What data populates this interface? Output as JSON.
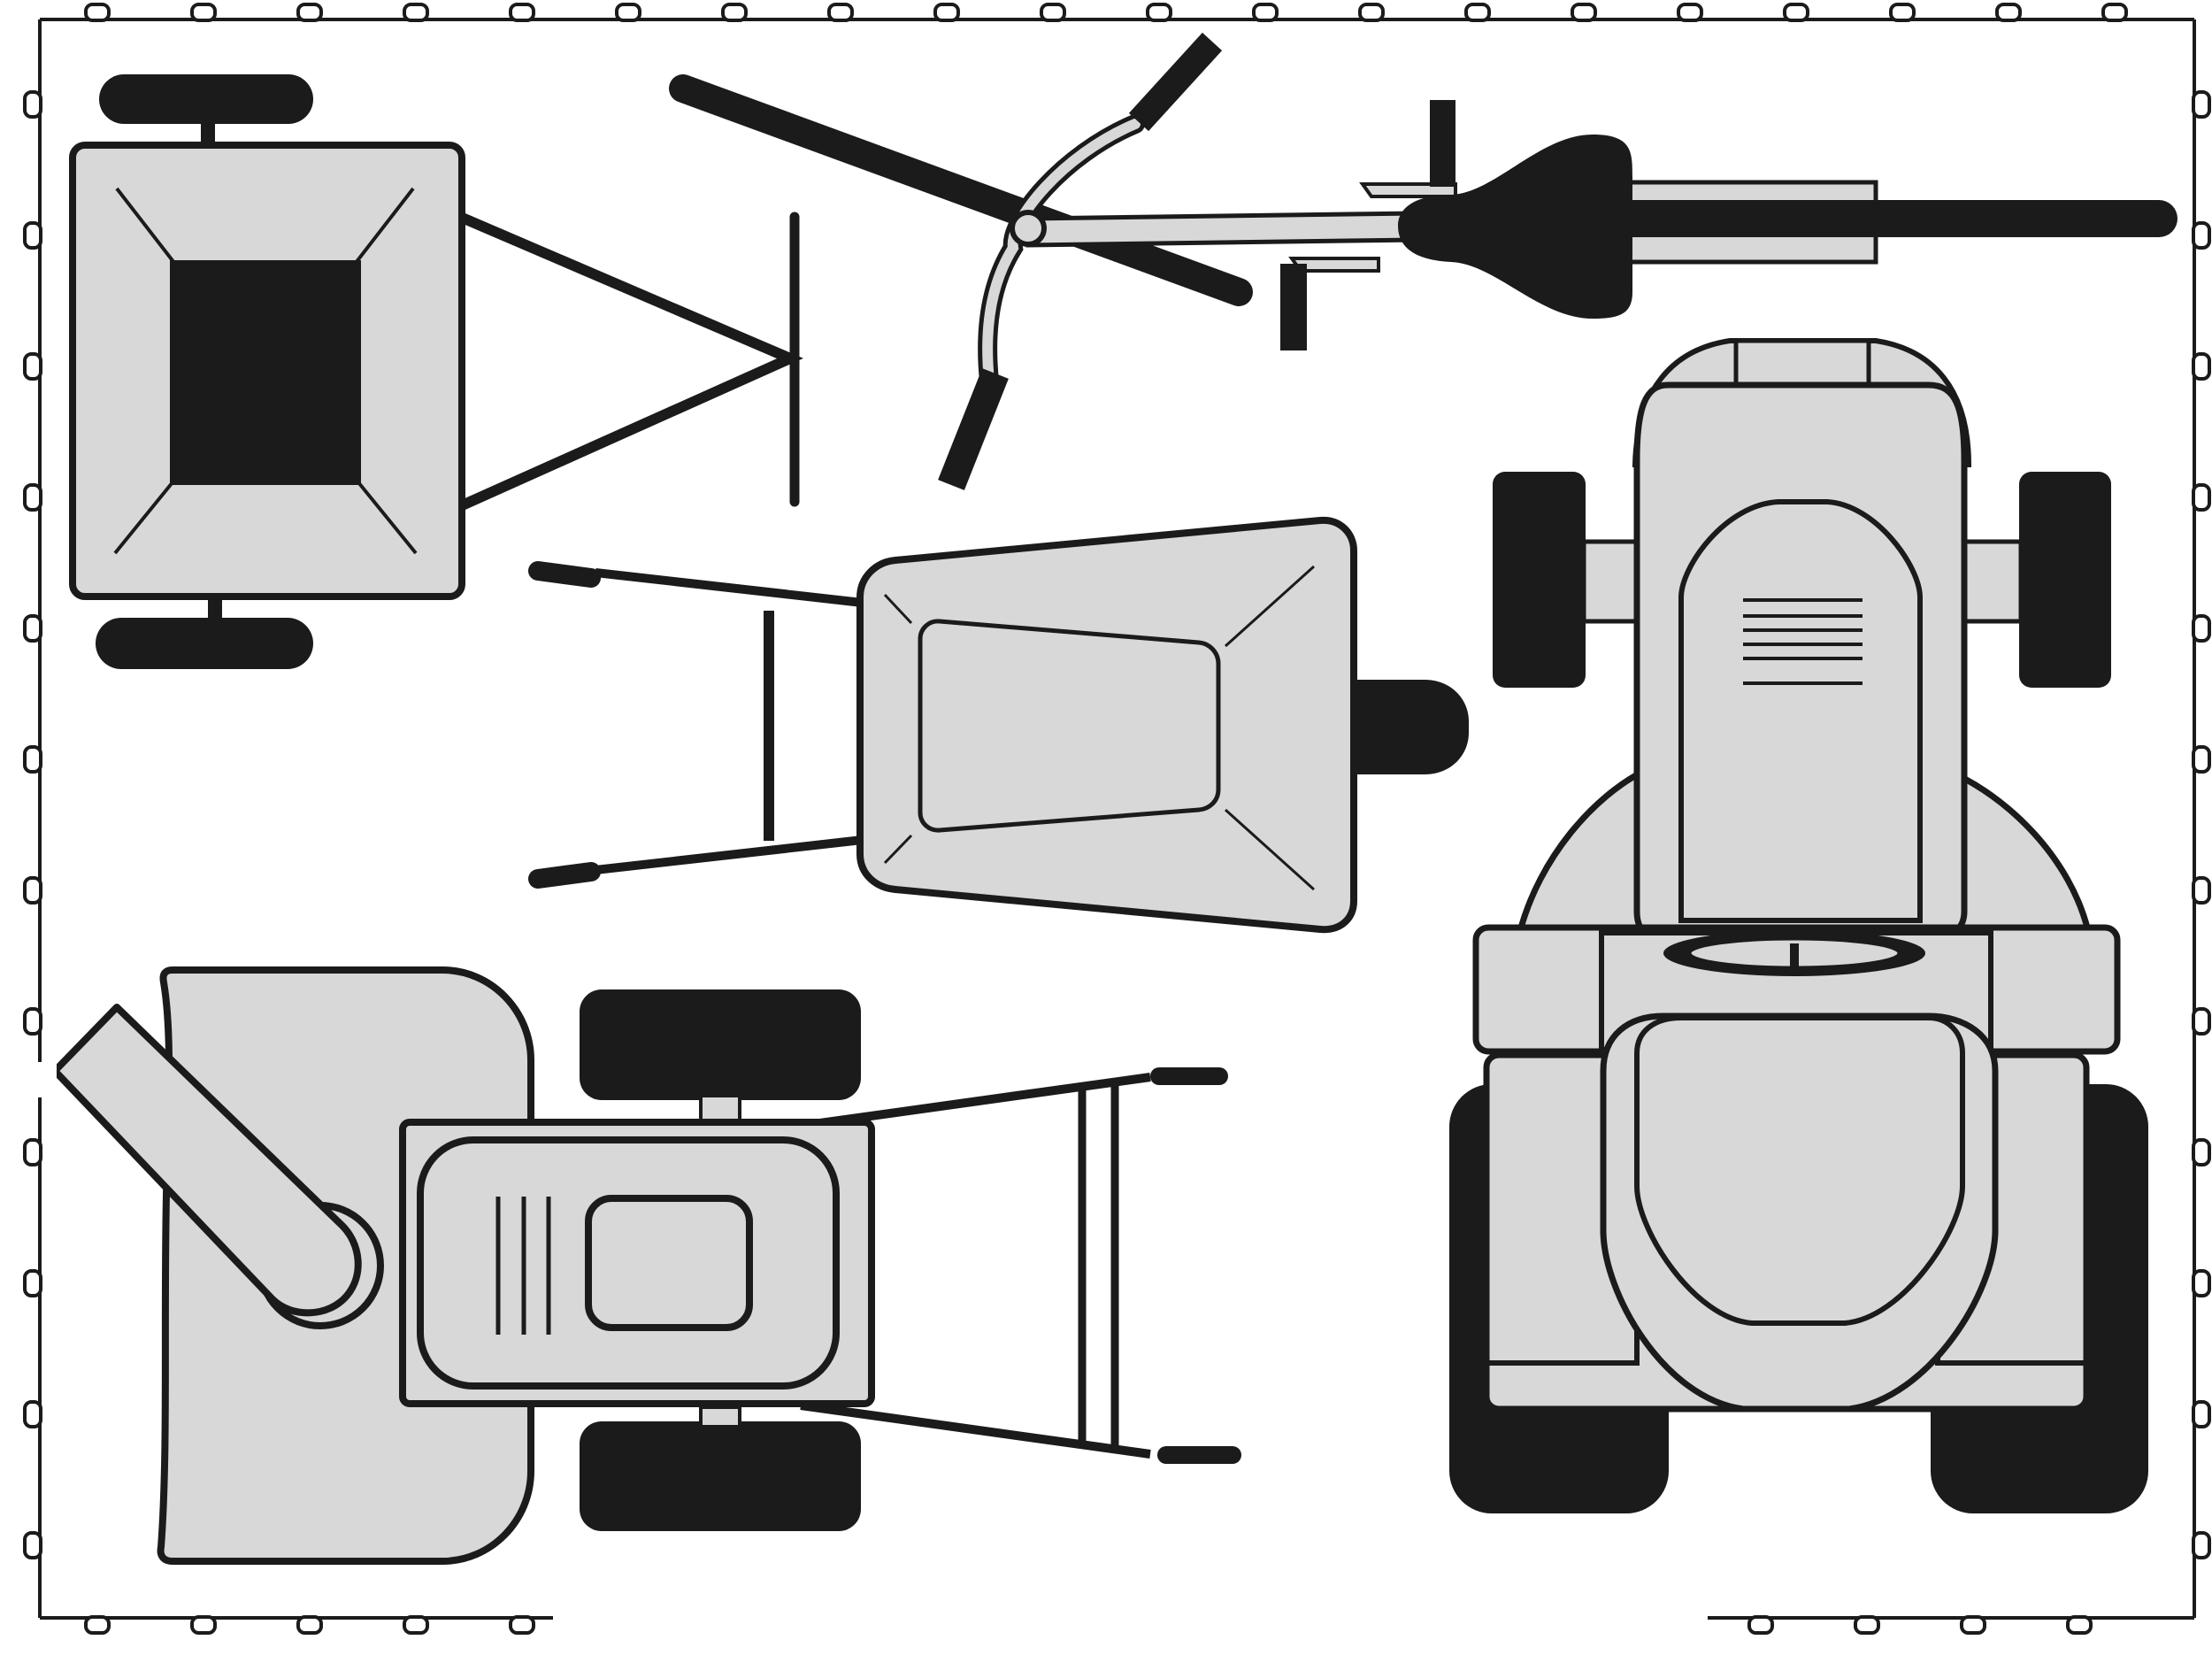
{
  "figure": {
    "kind": "top-view line illustration of garden machinery",
    "colors": {
      "background": "#ffffff",
      "fill_light": "#d8d8d8",
      "fill_dark": "#1b1b1b",
      "stroke": "#1b1b1b"
    },
    "objects": [
      {
        "id": "garden-trailer",
        "icon": "trailer-icon"
      },
      {
        "id": "brush-cutter",
        "icon": "brush-cutter-icon"
      },
      {
        "id": "wheelbarrow",
        "icon": "wheelbarrow-icon"
      },
      {
        "id": "snow-blower",
        "icon": "snow-blower-icon"
      },
      {
        "id": "ride-on-mower",
        "icon": "tractor-icon"
      }
    ]
  }
}
